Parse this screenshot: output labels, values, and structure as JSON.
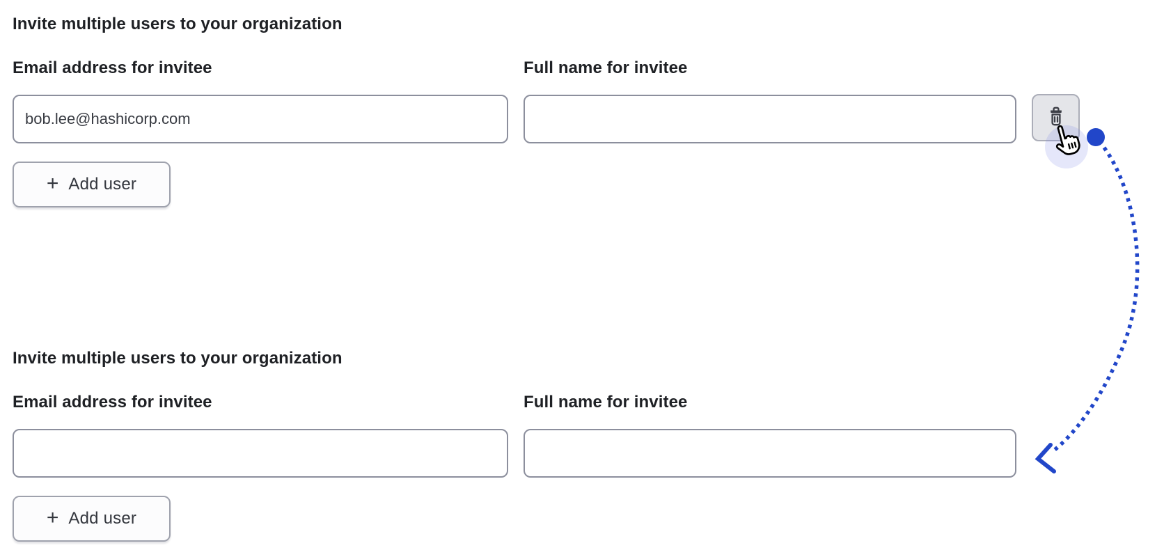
{
  "colors": {
    "accent": "#2146c9",
    "halo": "rgba(125, 135, 228, 0.20)",
    "text": "#1e2024",
    "input_border": "#8c8f9d",
    "trash_button_bg": "#e4e5e9",
    "add_button_bg": "#fcfcfd"
  },
  "icons": {
    "trash": "trash-icon",
    "plus": "plus-icon",
    "cursor": "hand-pointer-cursor",
    "arrow": "curved-dotted-arrow"
  },
  "sections": [
    {
      "heading": "Invite multiple users to your organization",
      "email": {
        "label": "Email address for invitee",
        "value": "bob.lee@hashicorp.com"
      },
      "name": {
        "label": "Full name for invitee",
        "value": ""
      },
      "add_user": {
        "plus": "+",
        "label": "Add user"
      }
    },
    {
      "heading": "Invite multiple users to your organization",
      "email": {
        "label": "Email address for invitee",
        "value": ""
      },
      "name": {
        "label": "Full name for invitee",
        "value": ""
      },
      "add_user": {
        "plus": "+",
        "label": "Add user"
      }
    }
  ]
}
